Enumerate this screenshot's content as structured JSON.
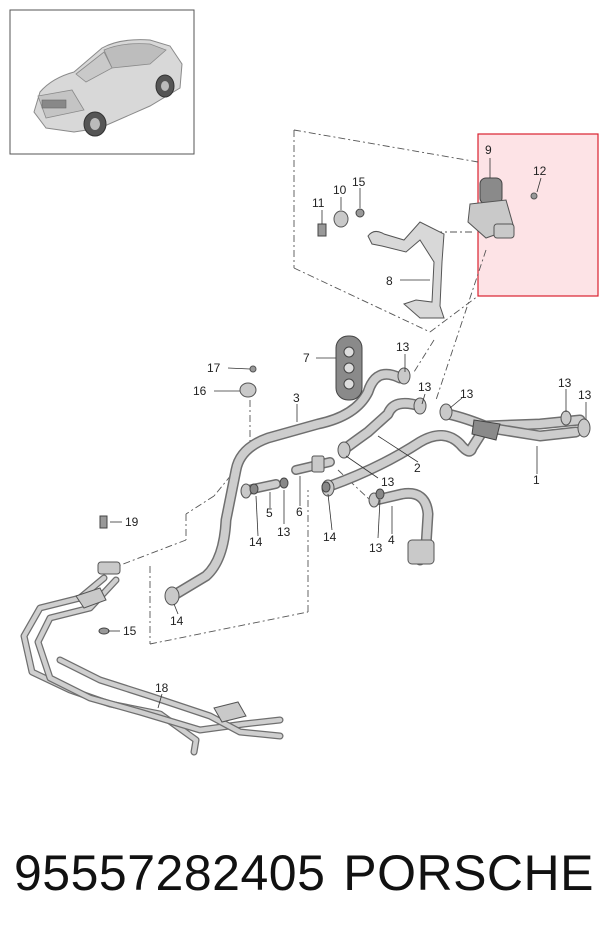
{
  "footer": {
    "part_number": "95557282405",
    "brand": "PORSCHE"
  },
  "colors": {
    "highlight_fill": "#fde3e6",
    "highlight_stroke": "#d9222f",
    "hose": "#bdbdbd",
    "line": "#333333"
  },
  "icons": {
    "thumbnail": "car-thumbnail-icon"
  },
  "callouts": [
    {
      "id": "c9",
      "label": "9"
    },
    {
      "id": "c12",
      "label": "12"
    },
    {
      "id": "c10",
      "label": "10"
    },
    {
      "id": "c15a",
      "label": "15"
    },
    {
      "id": "c11",
      "label": "11"
    },
    {
      "id": "c8",
      "label": "8"
    },
    {
      "id": "c7",
      "label": "7"
    },
    {
      "id": "c13a",
      "label": "13"
    },
    {
      "id": "c17",
      "label": "17"
    },
    {
      "id": "c13b",
      "label": "13"
    },
    {
      "id": "c16",
      "label": "16"
    },
    {
      "id": "c3",
      "label": "3"
    },
    {
      "id": "c13c",
      "label": "13"
    },
    {
      "id": "c13d",
      "label": "13"
    },
    {
      "id": "c13e",
      "label": "13"
    },
    {
      "id": "c2",
      "label": "2"
    },
    {
      "id": "c1",
      "label": "1"
    },
    {
      "id": "c13f",
      "label": "13"
    },
    {
      "id": "c6",
      "label": "6"
    },
    {
      "id": "c5",
      "label": "5"
    },
    {
      "id": "c13g",
      "label": "13"
    },
    {
      "id": "c14a",
      "label": "14"
    },
    {
      "id": "c14b",
      "label": "14"
    },
    {
      "id": "c13h",
      "label": "13"
    },
    {
      "id": "c4",
      "label": "4"
    },
    {
      "id": "c19",
      "label": "19"
    },
    {
      "id": "c14c",
      "label": "14"
    },
    {
      "id": "c15b",
      "label": "15"
    },
    {
      "id": "c18",
      "label": "18"
    }
  ]
}
